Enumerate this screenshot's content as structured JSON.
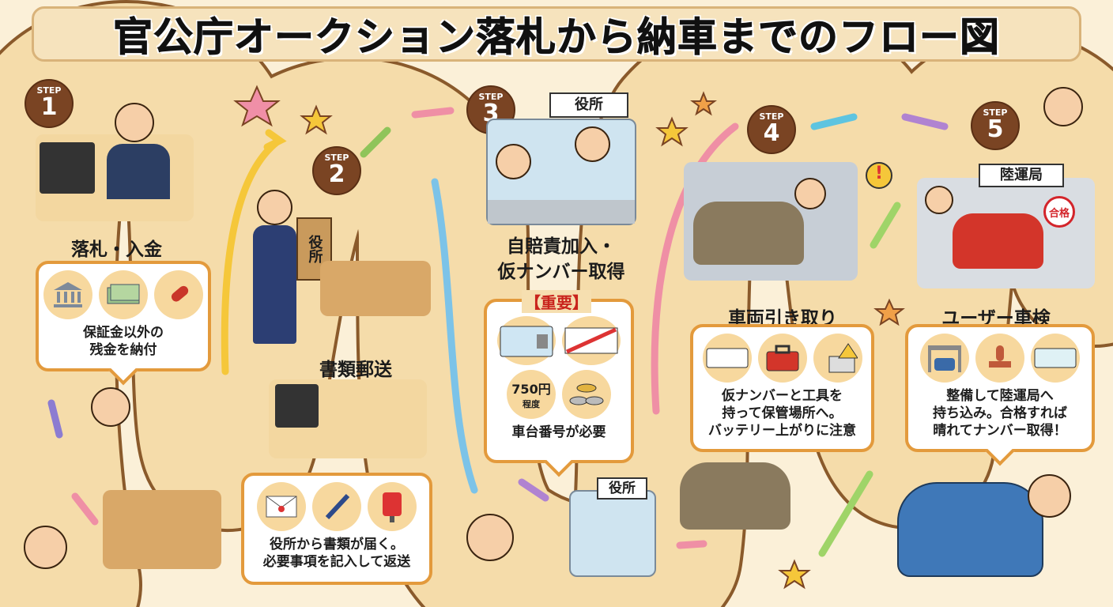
{
  "title": "官公庁オークション落札から納車までのフロー図",
  "step_label": "STEP",
  "steps": [
    {
      "number": "1",
      "heading": "落札・入金",
      "description": [
        "保証金以外の",
        "残金を納付"
      ],
      "icons": [
        "bank-icon",
        "cash-icon",
        "seal-stamp-icon"
      ]
    },
    {
      "number": "2",
      "heading": "書類郵送",
      "envelope_text": "役所",
      "description": [
        "役所から書類が届く。",
        "必要事項を記入して返送"
      ],
      "icons": [
        "envelope-icon",
        "pen-icon",
        "mailbox-icon"
      ]
    },
    {
      "number": "3",
      "sign": "役所",
      "heading": [
        "自賠責加入・",
        "仮ナンバー取得"
      ],
      "important": "【重要】",
      "price": "750円",
      "price_note": "程度",
      "description": [
        "車台番号が必要"
      ],
      "bottom_sign": "役所",
      "icons": [
        "id-card-icon",
        "temporary-plate-icon",
        "coins-icon"
      ]
    },
    {
      "number": "4",
      "heading": "車両引き取り",
      "description": [
        "仮ナンバーと工具を",
        "持って保管場所へ。",
        "バッテリー上がりに注意"
      ],
      "icons": [
        "license-plate-icon",
        "toolbox-icon",
        "battery-warning-icon"
      ]
    },
    {
      "number": "5",
      "sign": "陸運局",
      "pass_stamp": "合格",
      "heading": "ユーザー車検",
      "description": [
        "整備して陸運局へ",
        "持ち込み。合格すれば",
        "晴れてナンバー取得！"
      ],
      "icons": [
        "inspection-station-icon",
        "stamp-icon",
        "number-plate-icon"
      ]
    }
  ],
  "colors": {
    "background": "#fbf0d8",
    "road": "#f5dcaa",
    "road_border": "#8a5a2b",
    "badge": "#7a4423",
    "callout_border": "#e39a3c",
    "important": "#c9241c"
  }
}
